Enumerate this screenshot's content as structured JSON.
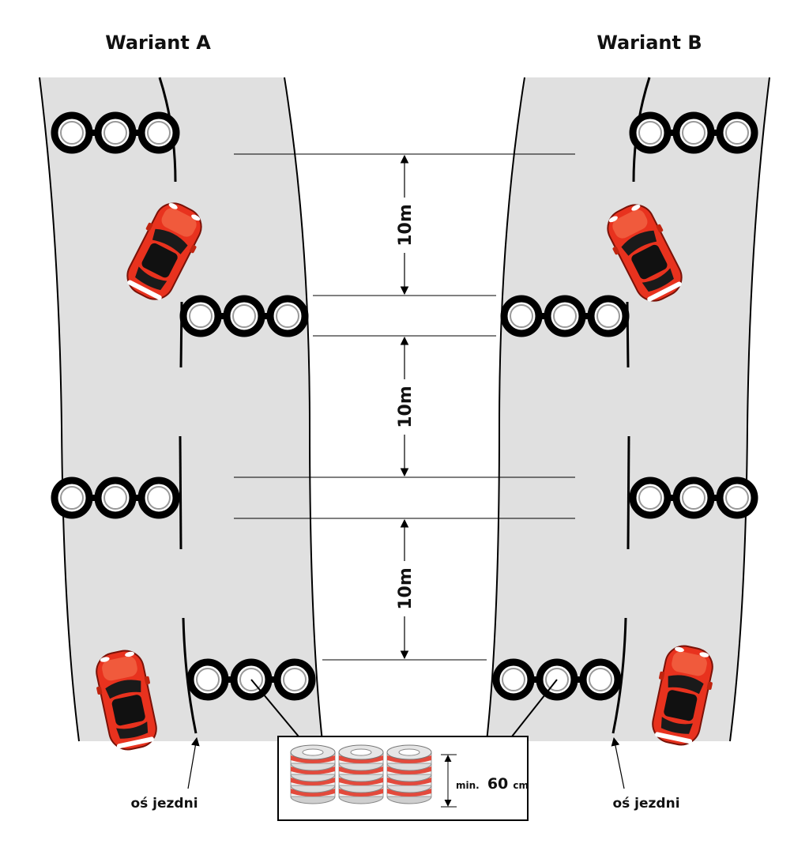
{
  "titles": {
    "variant_a": "Wariant A",
    "variant_b": "Wariant B"
  },
  "distance_label": "10m",
  "axis_label": "oś jezdni",
  "inset": {
    "min_text": "min.",
    "min_value": "60",
    "min_unit": "cm"
  },
  "colors": {
    "road": "#e0e0e0",
    "car": "#e8321e",
    "tire_ring": "#000000",
    "tire_red": "#e34a3c"
  },
  "icons": {
    "car": "car-icon",
    "tire_row": "tire-barrier-icon",
    "tire_stack": "tire-stack-icon"
  }
}
